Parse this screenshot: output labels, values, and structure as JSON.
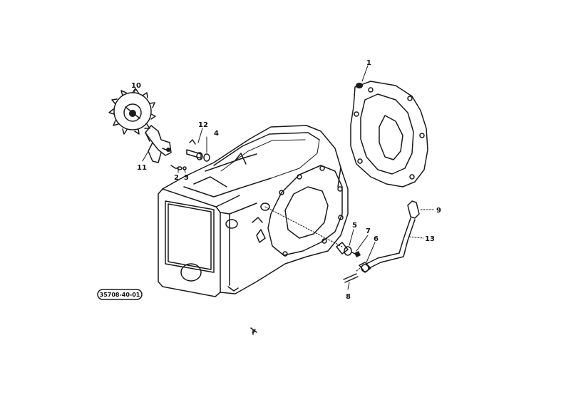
{
  "diagram": {
    "reference_code": "35708-40-01",
    "callouts": {
      "c1": "1",
      "c2": "2",
      "c3": "3",
      "c4": "4",
      "c5": "5",
      "c6": "6",
      "c7": "7",
      "c8": "8",
      "c9": "9",
      "c10": "10",
      "c11": "11",
      "c12": "12",
      "c13": "13"
    }
  }
}
